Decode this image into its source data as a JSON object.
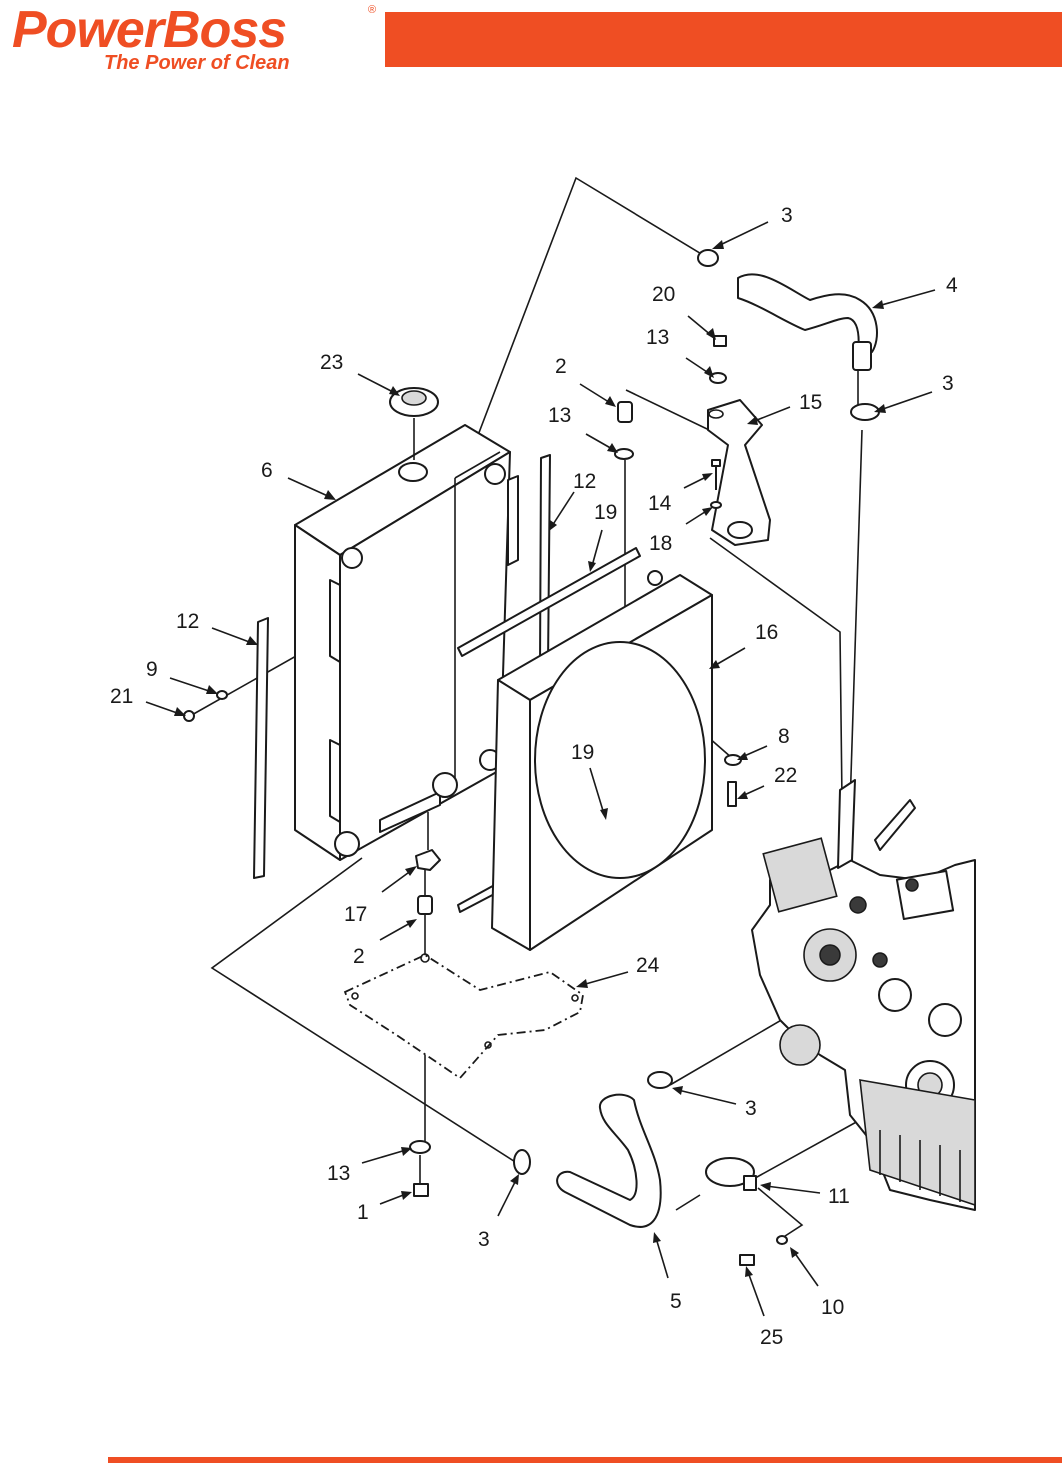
{
  "brand": {
    "name": "PowerBoss",
    "registered_mark": "®",
    "tagline": "The Power of Clean",
    "accent_color": "#ef4e23"
  },
  "callouts": [
    {
      "id": "c3a",
      "label": "3"
    },
    {
      "id": "c4",
      "label": "4"
    },
    {
      "id": "c20",
      "label": "20"
    },
    {
      "id": "c13a",
      "label": "13"
    },
    {
      "id": "c23",
      "label": "23"
    },
    {
      "id": "c2a",
      "label": "2"
    },
    {
      "id": "c15",
      "label": "15"
    },
    {
      "id": "c3b",
      "label": "3"
    },
    {
      "id": "c13b",
      "label": "13"
    },
    {
      "id": "c6",
      "label": "6"
    },
    {
      "id": "c12a",
      "label": "12"
    },
    {
      "id": "c19a",
      "label": "19"
    },
    {
      "id": "c14",
      "label": "14"
    },
    {
      "id": "c18",
      "label": "18"
    },
    {
      "id": "c12b",
      "label": "12"
    },
    {
      "id": "c16",
      "label": "16"
    },
    {
      "id": "c9",
      "label": "9"
    },
    {
      "id": "c21",
      "label": "21"
    },
    {
      "id": "c8",
      "label": "8"
    },
    {
      "id": "c19b",
      "label": "19"
    },
    {
      "id": "c22",
      "label": "22"
    },
    {
      "id": "c17",
      "label": "17"
    },
    {
      "id": "c2b",
      "label": "2"
    },
    {
      "id": "c24",
      "label": "24"
    },
    {
      "id": "c3c",
      "label": "3"
    },
    {
      "id": "c13c",
      "label": "13"
    },
    {
      "id": "c11",
      "label": "11"
    },
    {
      "id": "c1",
      "label": "1"
    },
    {
      "id": "c3d",
      "label": "3"
    },
    {
      "id": "c5",
      "label": "5"
    },
    {
      "id": "c10",
      "label": "10"
    },
    {
      "id": "c25",
      "label": "25"
    }
  ]
}
